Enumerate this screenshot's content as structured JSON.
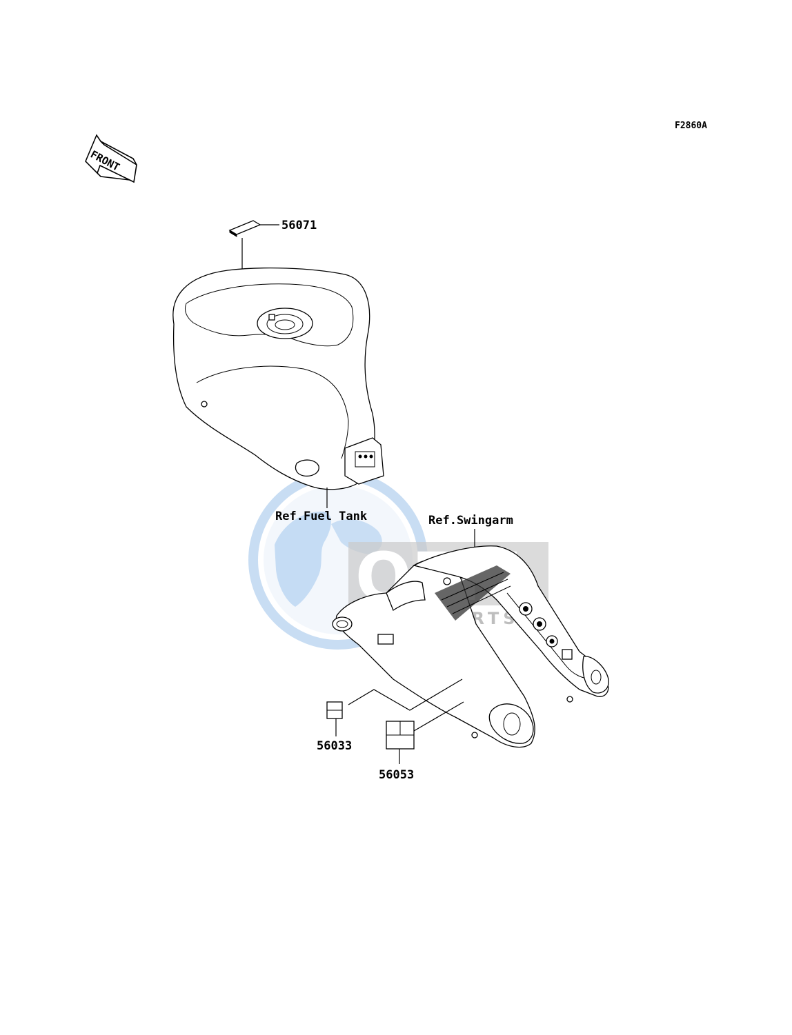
{
  "figure_code": "F2860A",
  "front_arrow_label": "FRONT",
  "parts": {
    "p56071": "56071",
    "p56033": "56033",
    "p56053": "56053"
  },
  "references": {
    "fuel_tank": "Ref.Fuel Tank",
    "swingarm": "Ref.Swingarm"
  },
  "watermark": {
    "brand": "OEM",
    "sub": "MOTORPARTS",
    "color_primary": "#4a90d9",
    "color_secondary": "#9a9a9a"
  }
}
